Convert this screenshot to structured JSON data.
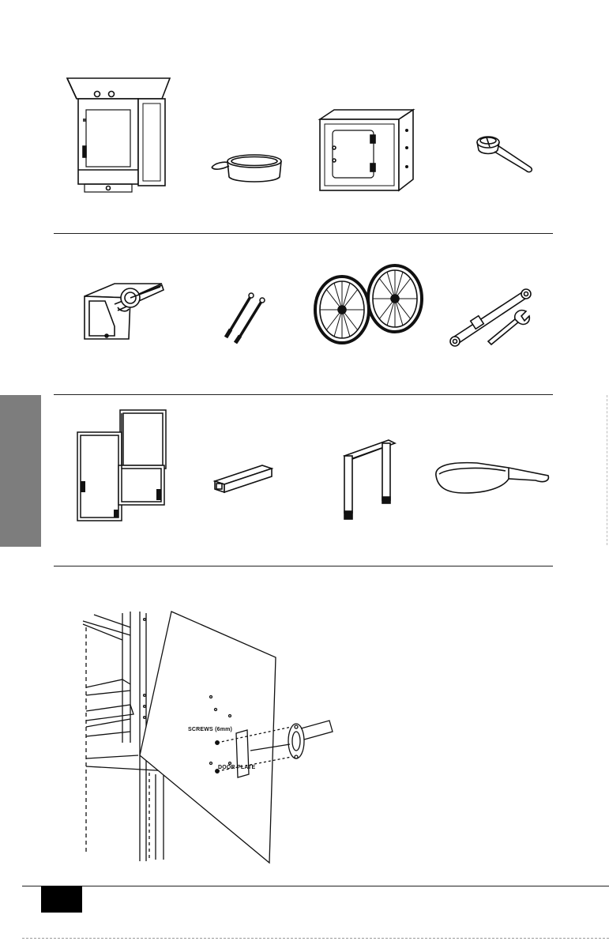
{
  "diagram_labels": {
    "screws": "SCREWS (6mm)",
    "door_plate": "DOOR PLATE"
  },
  "colors": {
    "side_tab": "#7d7d7d",
    "footer_box": "#000000",
    "line": "#222222"
  },
  "parts": [
    {
      "row": 1,
      "name": "cabinet-with-lid"
    },
    {
      "row": 1,
      "name": "kettle-pan"
    },
    {
      "row": 1,
      "name": "lower-cabinet"
    },
    {
      "row": 1,
      "name": "kettle-cover-tool"
    },
    {
      "row": 2,
      "name": "motor-bracket"
    },
    {
      "row": 2,
      "name": "axle-bolts"
    },
    {
      "row": 2,
      "name": "wheels"
    },
    {
      "row": 2,
      "name": "wrenches"
    },
    {
      "row": 3,
      "name": "side-frames"
    },
    {
      "row": 3,
      "name": "square-bar"
    },
    {
      "row": 3,
      "name": "leg-stand"
    },
    {
      "row": 3,
      "name": "scoop"
    }
  ]
}
